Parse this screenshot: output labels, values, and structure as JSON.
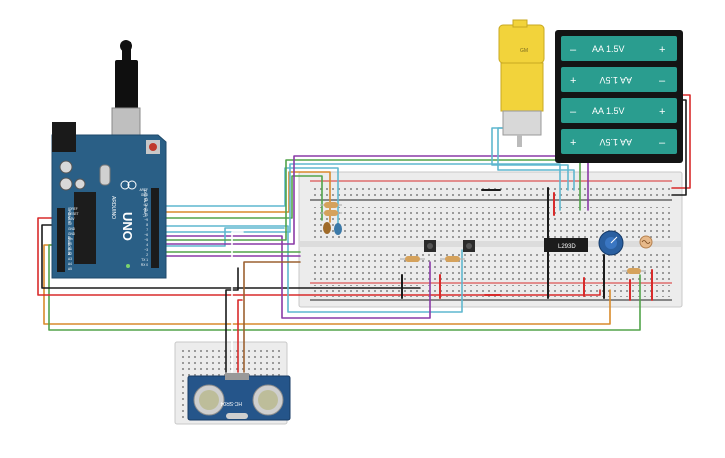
{
  "colors": {
    "arduino_board": "#2a5f86",
    "arduino_dark": "#1f4a6b",
    "breadboard": "#ececec",
    "rail_red": "#d92e2e",
    "rail_black": "#222222",
    "battery_body": "#141414",
    "battery_cell": "#2a9d8f",
    "motor_yellow": "#f2d33b",
    "sonar_blue": "#25558a",
    "wire_green": "#52a34a",
    "wire_orange": "#d98a2b",
    "wire_cyan": "#5fb7cf",
    "wire_purple": "#8a3aa7",
    "wire_red": "#d82b2b",
    "wire_black": "#1b1b1b",
    "wire_brown": "#9c6130"
  },
  "arduino": {
    "brand": "ARDUINO",
    "model": "UNO",
    "header_labels": [
      "AREF",
      "GND",
      "13",
      "12",
      "~11",
      "~10",
      "~9",
      "8",
      "7",
      "~6",
      "~5",
      "4",
      "~3",
      "2",
      "TX 1",
      "RX 0"
    ],
    "power_labels": [
      "IOREF",
      "RESET",
      "3.3V",
      "5V",
      "GND",
      "GND",
      "Vin"
    ],
    "analog_labels": [
      "A0",
      "A1",
      "A2",
      "A3",
      "A4",
      "A5"
    ],
    "digital_title": "DIGITAL (PWM~)",
    "analog_title": "ANALOG IN",
    "power_title": "POWER",
    "icon": "usb-plug-icon"
  },
  "battery": {
    "cells": [
      {
        "label": "AA 1.5V",
        "flipped": false
      },
      {
        "label": "AA 1.5V",
        "flipped": true
      },
      {
        "label": "AA 1.5V",
        "flipped": false
      },
      {
        "label": "AA 1.5V",
        "flipped": true
      }
    ],
    "minus": "–",
    "plus": "+"
  },
  "motor": {
    "label": "GM"
  },
  "ic": {
    "label": "L293D"
  },
  "sonar": {
    "label": "HC-SR04"
  },
  "icons": {
    "potentiometer": "potentiometer-icon",
    "photoresistor": "photoresistor-icon",
    "pushbutton": "pushbutton-icon",
    "resistor": "resistor-icon",
    "led": "led-icon"
  }
}
